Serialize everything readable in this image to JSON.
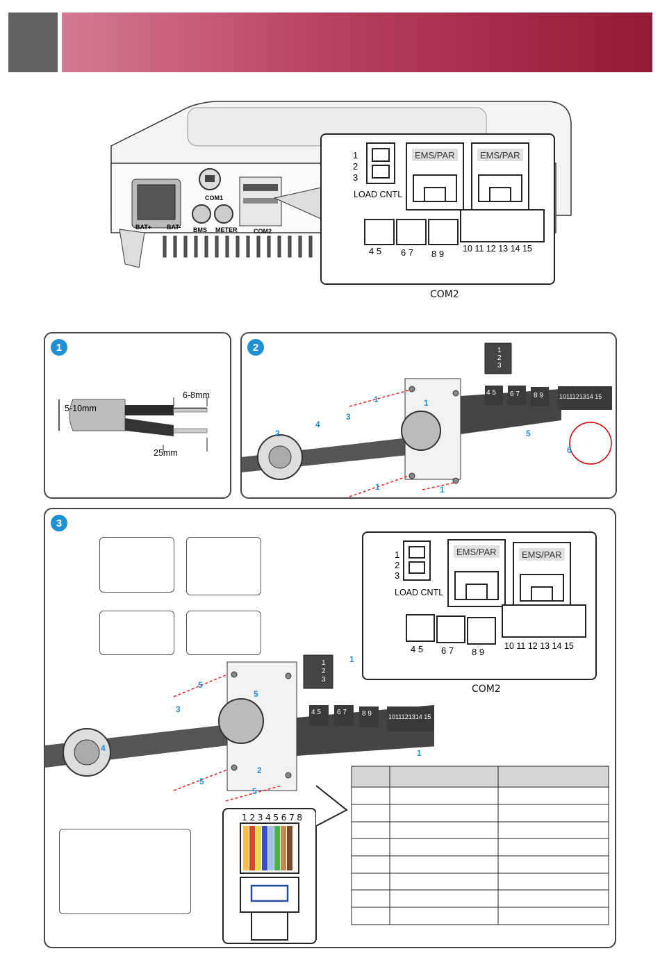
{
  "com2_detail": {
    "load_pins": [
      "1",
      "2",
      "3"
    ],
    "load_label": "LOAD CNTL",
    "ems_left": "EMS/PAR",
    "ems_right": "EMS/PAR",
    "pins_a": "4  5",
    "pins_b": "6  7",
    "pins_c": "8  9",
    "pins_d": "10 11 12 13 14 15"
  },
  "inverter": {
    "ports": [
      "BAT+",
      "BAT-",
      "BMS",
      "METER",
      "COM2"
    ],
    "com1": "COM1"
  },
  "com2_caption": "COM2",
  "step1": {
    "badge": "1",
    "dim_a": "5-10mm",
    "dim_b": "6-8mm",
    "dim_c": "25mm"
  },
  "step2": {
    "badge": "2",
    "plug_pins": [
      "1",
      "2",
      "3"
    ],
    "conn_a": "4 5",
    "conn_b": "6 7",
    "conn_c": "8 9",
    "conn_d": "1011121314 15",
    "arrows": [
      "1",
      "1",
      "1",
      "1",
      "2",
      "3",
      "4",
      "5",
      "6"
    ]
  },
  "step3": {
    "badge": "3",
    "plug_pins": [
      "1",
      "2",
      "3"
    ],
    "conn_a": "4 5",
    "conn_b": "6 7",
    "conn_c": "8 9",
    "conn_d": "1011121314 15",
    "arrows": [
      "1",
      "1",
      "2",
      "3",
      "4",
      "5",
      "5",
      "5",
      "5"
    ],
    "rj45_pins": "1 2 3 4 5 6 7 8",
    "com2_caption": "COM2"
  }
}
